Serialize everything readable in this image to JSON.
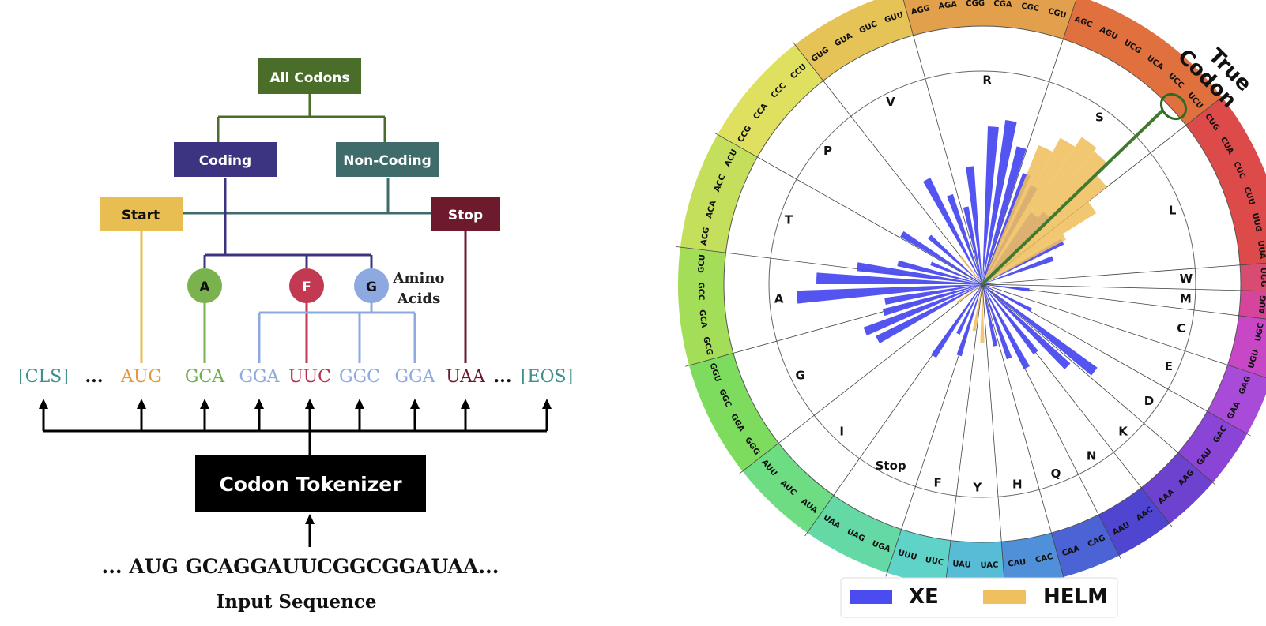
{
  "tree": {
    "root": "All Codons",
    "coding": "Coding",
    "noncoding": "Non-Coding",
    "start": "Start",
    "stop": "Stop",
    "amino_labels": [
      "A",
      "F",
      "G"
    ],
    "amino_caption_1": "Amino",
    "amino_caption_2": "Acids",
    "colors": {
      "root": "#4b6d2a",
      "coding": "#3c3480",
      "noncoding": "#3f6b6b",
      "start": "#e8be52",
      "stop": "#6e1a2d",
      "amino_a": "#7ab24e",
      "amino_f": "#c23a52",
      "amino_g": "#8ea9e0"
    }
  },
  "tokens": [
    "[CLS]",
    "...",
    "AUG",
    "GCA",
    "GGA",
    "UUC",
    "GGC",
    "GGA",
    "UAA",
    "...",
    "[EOS]"
  ],
  "token_colors": [
    "#3f8f8f",
    "#111111",
    "#e39a3a",
    "#6fae4d",
    "#8ea9e0",
    "#b8304c",
    "#8ea9e0",
    "#8ea9e0",
    "#6e1a2d",
    "#111111",
    "#3f8f8f"
  ],
  "tokenizer_label": "Codon Tokenizer",
  "input_sequence": "... AUG GCAGGAUUCGGCGGAUAA...",
  "input_caption": "Input Sequence",
  "wheel": {
    "amino_labels": [
      "R",
      "S",
      "L",
      "W",
      "M",
      "C",
      "E",
      "D",
      "K",
      "N",
      "Q",
      "H",
      "Y",
      "F",
      "Stop",
      "I",
      "G",
      "A",
      "T",
      "P",
      "V"
    ],
    "codon_groups": [
      [
        "AGG",
        "AGA",
        "CGG",
        "CGA",
        "CGC",
        "CGU"
      ],
      [
        "AGC",
        "AGU",
        "UCG",
        "UCA",
        "UCC",
        "UCU"
      ],
      [
        "CUG",
        "CUA",
        "CUC",
        "CUU",
        "UUG",
        "UUA"
      ],
      [
        "UGG"
      ],
      [
        "AUG"
      ],
      [
        "UGC",
        "UGU"
      ],
      [
        "GAG",
        "GAA"
      ],
      [
        "GAC",
        "GAU"
      ],
      [
        "AAG",
        "AAA"
      ],
      [
        "AAC",
        "AAU"
      ],
      [
        "CAG",
        "CAA"
      ],
      [
        "CAC",
        "CAU"
      ],
      [
        "UAC",
        "UAU"
      ],
      [
        "UUC",
        "UUU"
      ],
      [
        "UGA",
        "UAG",
        "UAA"
      ],
      [
        "AUA",
        "AUC",
        "AUU"
      ],
      [
        "GGG",
        "GGA",
        "GGC",
        "GGU"
      ],
      [
        "GCG",
        "GCA",
        "GCC",
        "GCU"
      ],
      [
        "ACG",
        "ACA",
        "ACC",
        "ACU"
      ],
      [
        "CCG",
        "CCA",
        "CCC",
        "CCU"
      ],
      [
        "GUG",
        "GUA",
        "GUC",
        "GUU"
      ]
    ],
    "true_codon_label_1": "True",
    "true_codon_label_2": "Codon",
    "true_codon": "UCC",
    "ring_colors": [
      "#e2a04c",
      "#e0713f",
      "#dc4a4a",
      "#d94c72",
      "#d6459b",
      "#c747c6",
      "#a84bd8",
      "#8a44d6",
      "#6d42cf",
      "#4f45d0",
      "#4b63d4",
      "#4f90d8",
      "#58bcd6",
      "#60d3c9",
      "#64d9a6",
      "#6ddc82",
      "#7ddc5e",
      "#a4de58",
      "#c4df5c",
      "#dfe060",
      "#e6c357"
    ]
  },
  "legend": {
    "items": [
      {
        "label": "XE",
        "color": "#4b4cf0"
      },
      {
        "label": "HELM",
        "color": "#f0bf5e"
      }
    ]
  }
}
